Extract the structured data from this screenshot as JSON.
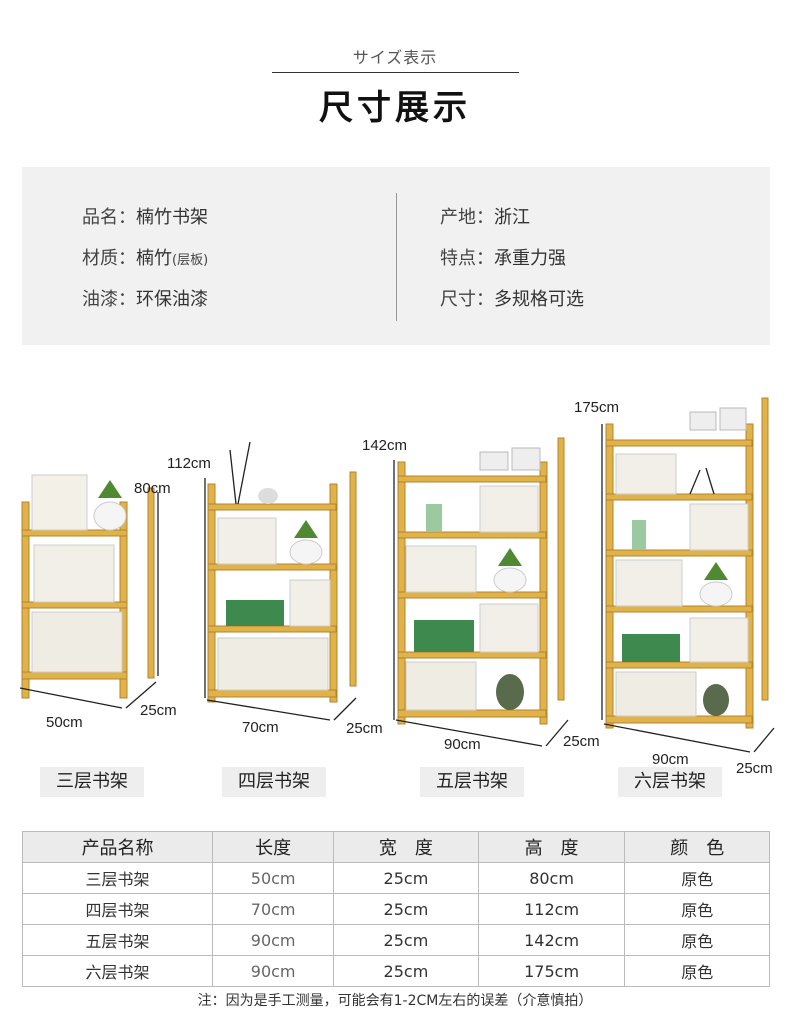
{
  "header": {
    "subtitle": "サイズ表示",
    "title": "尺寸展示"
  },
  "specs": {
    "left": [
      {
        "key": "品名：",
        "value": "楠竹书架",
        "note": ""
      },
      {
        "key": "材质：",
        "value": "楠竹",
        "note": "(层板)"
      },
      {
        "key": "油漆：",
        "value": "环保油漆",
        "note": ""
      }
    ],
    "right": [
      {
        "key": "产地：",
        "value": "浙江"
      },
      {
        "key": "特点：",
        "value": "承重力强"
      },
      {
        "key": "尺寸：",
        "value": "多规格可选"
      }
    ]
  },
  "products": [
    {
      "name": "三层书架",
      "height": "80cm",
      "length": "50cm",
      "width": "25cm",
      "shelves": 3
    },
    {
      "name": "四层书架",
      "height": "112cm",
      "length": "70cm",
      "width": "25cm",
      "shelves": 4
    },
    {
      "name": "五层书架",
      "height": "142cm",
      "length": "90cm",
      "width": "25cm",
      "shelves": 5
    },
    {
      "name": "六层书架",
      "height": "175cm",
      "length": "90cm",
      "width": "25cm",
      "shelves": 6
    }
  ],
  "table": {
    "headers": [
      "产品名称",
      "长度",
      "宽　度",
      "高　度",
      "颜　色"
    ],
    "rows": [
      [
        "三层书架",
        "50cm",
        "25cm",
        "80cm",
        "原色"
      ],
      [
        "四层书架",
        "70cm",
        "25cm",
        "112cm",
        "原色"
      ],
      [
        "五层书架",
        "90cm",
        "25cm",
        "142cm",
        "原色"
      ],
      [
        "六层书架",
        "90cm",
        "25cm",
        "175cm",
        "原色"
      ]
    ]
  },
  "footnote": "注：因为是手工测量，可能会有1-2CM左右的误差（介意慎拍）",
  "colors": {
    "wood": "#e0b24a",
    "panel": "#f2f1f1"
  }
}
